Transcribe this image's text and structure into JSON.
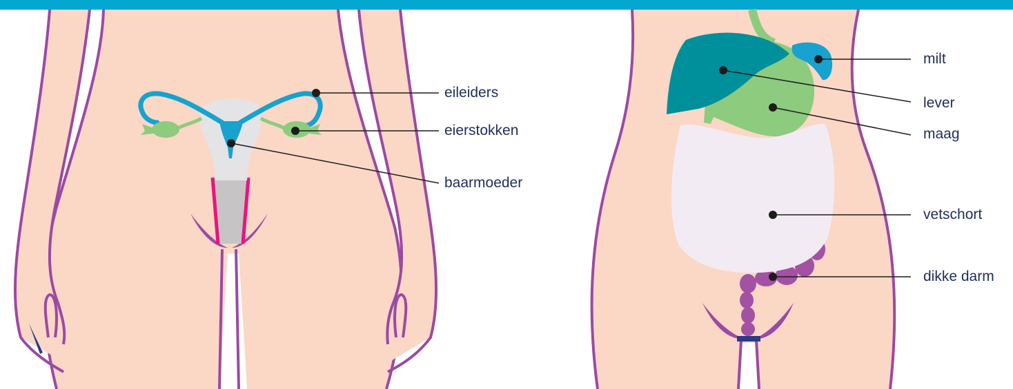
{
  "colors": {
    "top_bar": "#03a7cf",
    "skin": "#fbd7c6",
    "outline": "#9b4aa3",
    "tube": "#17a2cf",
    "ovary": "#8dcb7e",
    "uterus": "#e4e3e6",
    "vagina": "#c6c4c5",
    "vagina_edge": "#e8157f",
    "liver": "#00909b",
    "stomach": "#8dcb7e",
    "spleen": "#17a2cf",
    "omentum": "#f3ebf3",
    "colon": "#a351a2",
    "label_text": "#1e2d5a",
    "leader_line": "#1c1c1c"
  },
  "left_figure": {
    "labels": {
      "fallopian_tubes": "eileiders",
      "ovaries": "eierstokken",
      "uterus": "baarmoeder"
    }
  },
  "right_figure": {
    "labels": {
      "spleen": "milt",
      "liver": "lever",
      "stomach": "maag",
      "omentum": "vetschort",
      "colon": "dikke darm"
    }
  }
}
